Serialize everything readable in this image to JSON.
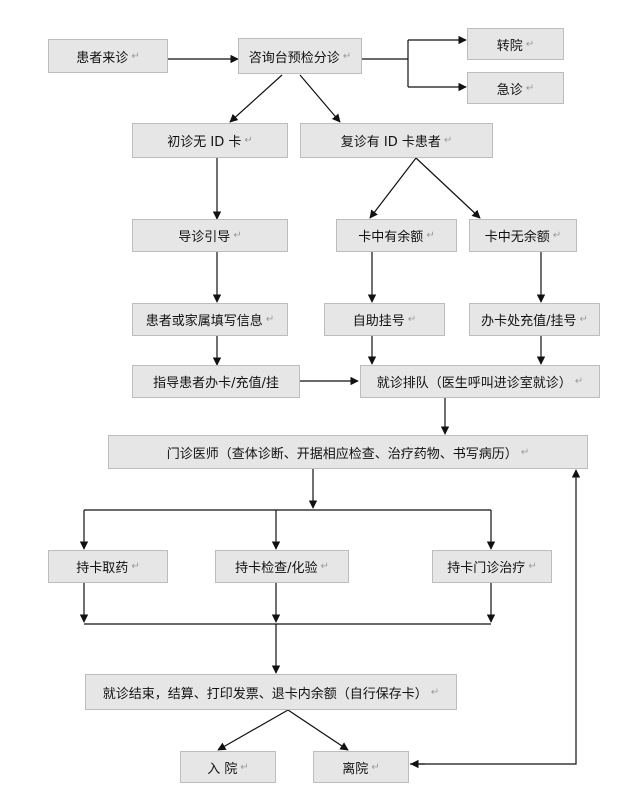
{
  "paragraph_mark": "↵",
  "nodes": {
    "patient_arrival": "患者来诊",
    "triage_desk": "咨询台预检分诊",
    "transfer": "转院",
    "emergency": "急诊",
    "first_visit": "初诊无 ID 卡",
    "return_visit": "复诊有 ID 卡患者",
    "guide": "导诊引导",
    "card_balance": "卡中有余额",
    "card_no_balance": "卡中无余额",
    "fill_info": "患者或家属填写信息",
    "self_register": "自助挂号",
    "card_office": "办卡处充值/挂号",
    "guide_card": "指导患者办卡/充值/挂",
    "queue": "就诊排队（医生呼叫进诊室就诊）",
    "doctor": "门诊医师（查体诊断、开据相应检查、治疗药物、书写病历）",
    "pharmacy": "持卡取药",
    "lab": "持卡检查/化验",
    "treatment": "持卡门诊治疗",
    "settlement": "就诊结束，结算、打印发票、退卡内余额（自行保存卡）",
    "admission": "入 院",
    "discharge": "离院"
  }
}
